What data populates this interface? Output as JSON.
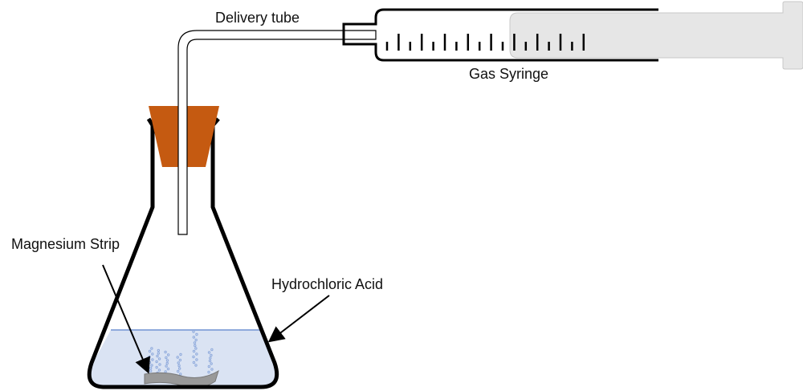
{
  "labels": {
    "delivery_tube": "Delivery tube",
    "gas_syringe": "Gas Syringe",
    "magnesium_strip": "Magnesium Strip",
    "hydrochloric_acid": "Hydrochloric Acid"
  },
  "colors": {
    "stopper": "#c55a11",
    "acid": "#dae3f3",
    "acid_surface": "#8faadc",
    "bubbles": "#8faadc",
    "magnesium": "#999999",
    "plunger": "#e6e6e6"
  },
  "syringe": {
    "tick_count": 18
  }
}
